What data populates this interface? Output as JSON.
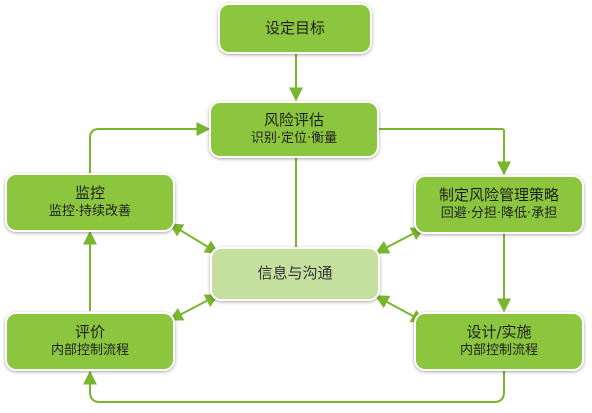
{
  "colors": {
    "node_fill": "#8cc63f",
    "center_fill": "#c5df9e",
    "arrow": "#7ab52f"
  },
  "nodes": {
    "goal": {
      "title": "设定目标"
    },
    "risk_assessment": {
      "title": "风险评估",
      "subtitle": "识别·定位·衡量"
    },
    "strategy": {
      "title": "制定风险管理策略",
      "subtitle": "回避·分担·降低·承担"
    },
    "implementation": {
      "title": "设计/实施",
      "subtitle": "内部控制流程"
    },
    "evaluation": {
      "title": "评价",
      "subtitle": "内部控制流程"
    },
    "monitoring": {
      "title": "监控",
      "subtitle": "监控·持续改善"
    },
    "communication": {
      "title": "信息与沟通"
    }
  }
}
